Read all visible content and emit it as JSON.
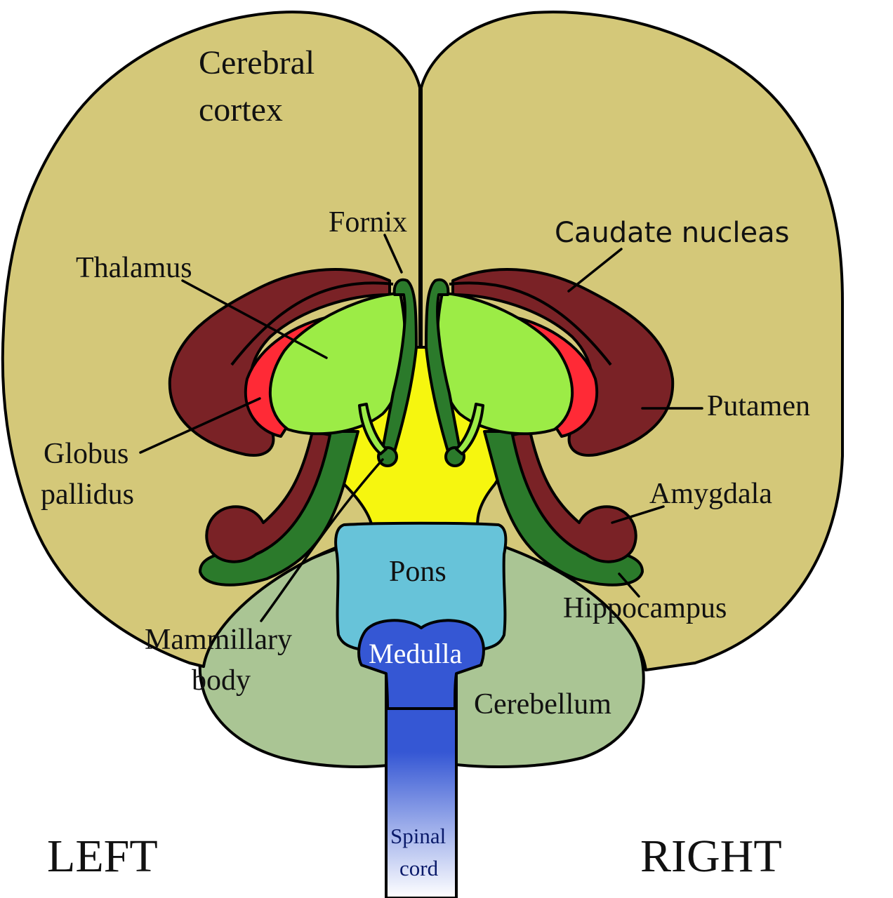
{
  "labels": {
    "cerebral_cortex": [
      "Cerebral",
      "cortex"
    ],
    "fornix": "Fornix",
    "caudate_nucleus": "Caudate nucleas",
    "thalamus": "Thalamus",
    "putamen": "Putamen",
    "globus_pallidus": [
      "Globus",
      "pallidus"
    ],
    "amygdala": "Amygdala",
    "pons": "Pons",
    "hippocampus": "Hippocampus",
    "mammillary_body": [
      "Mammillary",
      "body"
    ],
    "medulla": "Medulla",
    "cerebellum": "Cerebellum",
    "spinal_cord": [
      "Spinal",
      "cord"
    ],
    "left": "LEFT",
    "right": "RIGHT"
  },
  "colors": {
    "cerebrum": "#d4c879",
    "cerebellum": "#aac594",
    "caudate_putamen": "#7a2226",
    "globus_pallidus": "#ff2a36",
    "thalamus": "#9cec46",
    "hippocampus_fornix": "#2b7a2b",
    "brainstem_yellow": "#f6f60f",
    "pons": "#67c3d9",
    "medulla": "#3557d4",
    "spinal_cord_fade": "#ffffff"
  }
}
